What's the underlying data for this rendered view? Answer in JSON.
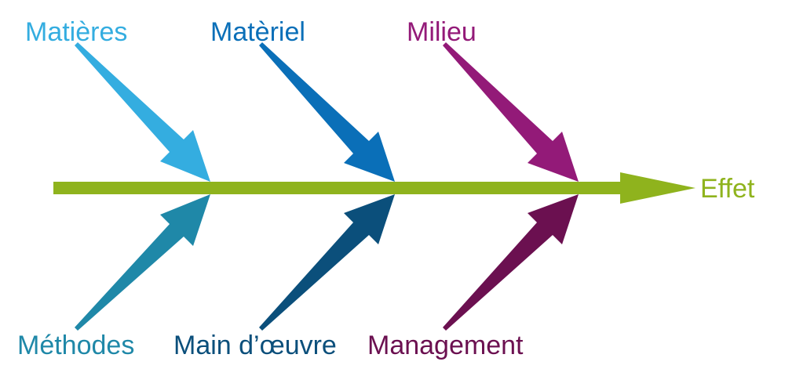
{
  "diagram": {
    "effect": {
      "label": "Effet",
      "color": "#8fb31d"
    },
    "causes": [
      {
        "key": "matieres",
        "label": "Matières",
        "color": "#34ade0"
      },
      {
        "key": "materiel",
        "label": "Matèriel",
        "color": "#0a6fb8"
      },
      {
        "key": "milieu",
        "label": "Milieu",
        "color": "#931a78"
      },
      {
        "key": "methodes",
        "label": "Méthodes",
        "color": "#1f88a8"
      },
      {
        "key": "main-doeuvre",
        "label": "Main d’œuvre",
        "color": "#0b4f7b"
      },
      {
        "key": "management",
        "label": "Management",
        "color": "#6b1050"
      }
    ]
  }
}
